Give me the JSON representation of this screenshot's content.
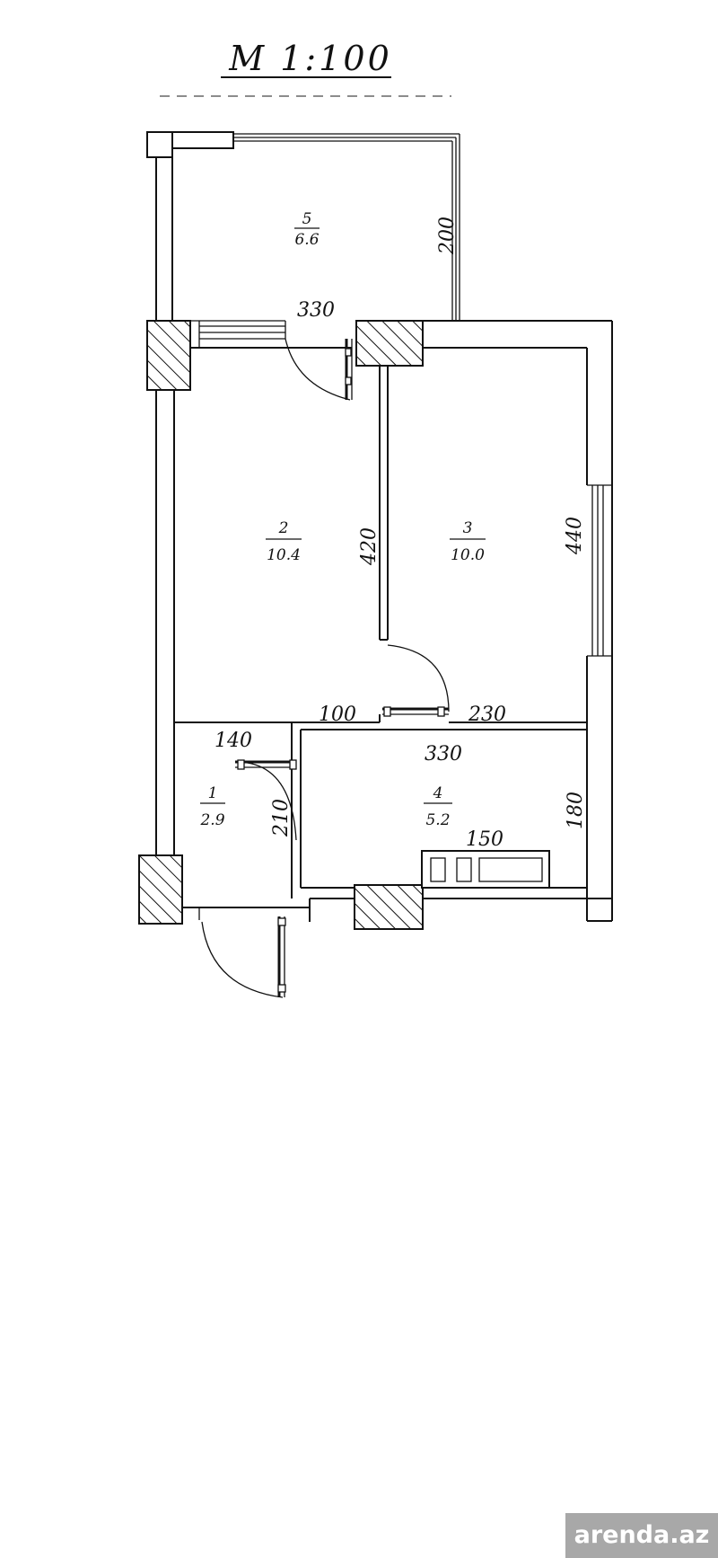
{
  "scale_label": "M 1:100",
  "rooms": [
    {
      "number": "5",
      "area": "6.6"
    },
    {
      "number": "2",
      "area": "10.4"
    },
    {
      "number": "3",
      "area": "10.0"
    },
    {
      "number": "1",
      "area": "2.9"
    },
    {
      "number": "4",
      "area": "5.2"
    }
  ],
  "dimensions": {
    "balcony_height": "200",
    "balcony_width": "330",
    "room2_height": "420",
    "room3_height": "440",
    "partition_100": "100",
    "room3_width": "230",
    "hall_width": "140",
    "kitchen_width": "330",
    "hall_height": "210",
    "kitchen_height": "180",
    "stove_width": "150"
  },
  "watermark": "arenda.az"
}
